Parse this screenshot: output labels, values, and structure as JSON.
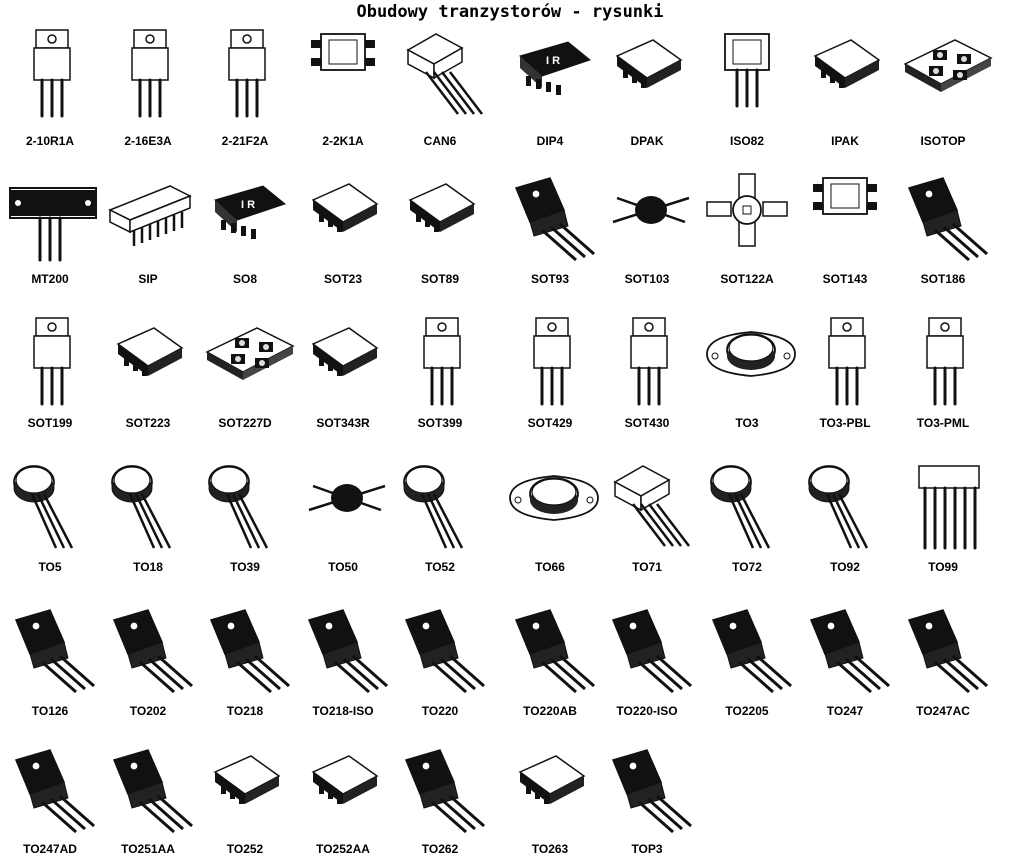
{
  "title": "Obudowy tranzystorów  - rysunki",
  "rows": [
    [
      "2-10R1A",
      "2-16E3A",
      "2-21F2A",
      "2-2K1A",
      "CAN6",
      "DIP4",
      "DPAK",
      "ISO82",
      "IPAK",
      "ISOTOP"
    ],
    [
      "MT200",
      "SIP",
      "SO8",
      "SOT23",
      "SOT89",
      "SOT93",
      "SOT103",
      "SOT122A",
      "SOT143",
      "SOT186"
    ],
    [
      "SOT199",
      "SOT223",
      "SOT227D",
      "SOT343R",
      "SOT399",
      "SOT429",
      "SOT430",
      "TO3",
      "TO3-PBL",
      "TO3-PML"
    ],
    [
      "TO5",
      "TO18",
      "TO39",
      "TO50",
      "TO52",
      "TO66",
      "TO71",
      "TO72",
      "TO92",
      "TO99"
    ],
    [
      "TO126",
      "TO202",
      "TO218",
      "TO218-ISO",
      "TO220",
      "TO220AB",
      "TO220-ISO",
      "TO2205",
      "TO247",
      "TO247AC"
    ],
    [
      "TO247AD",
      "TO251AA",
      "TO252",
      "TO252AA",
      "TO262",
      "TO263",
      "TOP3"
    ]
  ]
}
